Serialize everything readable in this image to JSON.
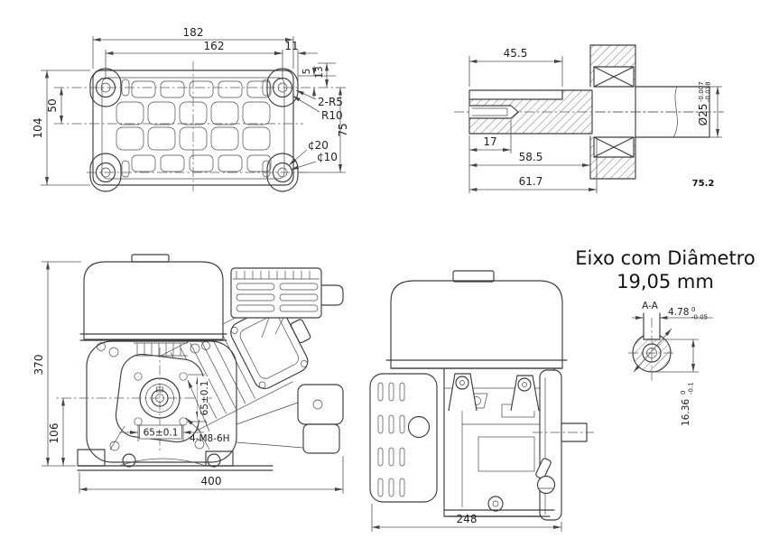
{
  "note": {
    "line1": "Eixo com Diâmetro",
    "line2": "19,05 mm"
  },
  "views": {
    "base_plate": {
      "dims": {
        "overall_width": "182",
        "bolt_spacing_x": "162",
        "edge_offset": "11",
        "slot_offset_a": "13",
        "slot_offset_b": "5",
        "bolt_offset_y": "50",
        "overall_height": "104",
        "bolt_spacing_y": "75"
      },
      "labels": {
        "corner_radius": "2-R5",
        "boss_radius": "R10",
        "slot_dia_outer": "¢20",
        "slot_dia_inner": "¢10"
      }
    },
    "shaft": {
      "dims": {
        "keyway_length": "45.5",
        "tapped_hole_depth": "17",
        "shoulder_length": "58.5",
        "overall_length": "61.7"
      },
      "diameter": {
        "label": "Ø25",
        "tol_upper": "-0.007",
        "tol_lower": "-0.018"
      },
      "page_ref": "75.2"
    },
    "front": {
      "dims": {
        "overall_height": "370",
        "crank_height": "106",
        "bolt_spacing_h": "65±0.1",
        "bolt_spacing_v": "65±0.1",
        "overall_width": "400"
      },
      "labels": {
        "mount_holes": "4-M8-6H"
      }
    },
    "side": {
      "dims": {
        "overall_width": "248"
      }
    },
    "detail": {
      "section_label": "A-A",
      "keyway_width": {
        "value": "4.78",
        "tol_upper": "0",
        "tol_lower": "-0.05"
      },
      "keyway_depth": {
        "value": "16.36",
        "tol_upper": "0",
        "tol_lower": "-0.1"
      }
    }
  }
}
